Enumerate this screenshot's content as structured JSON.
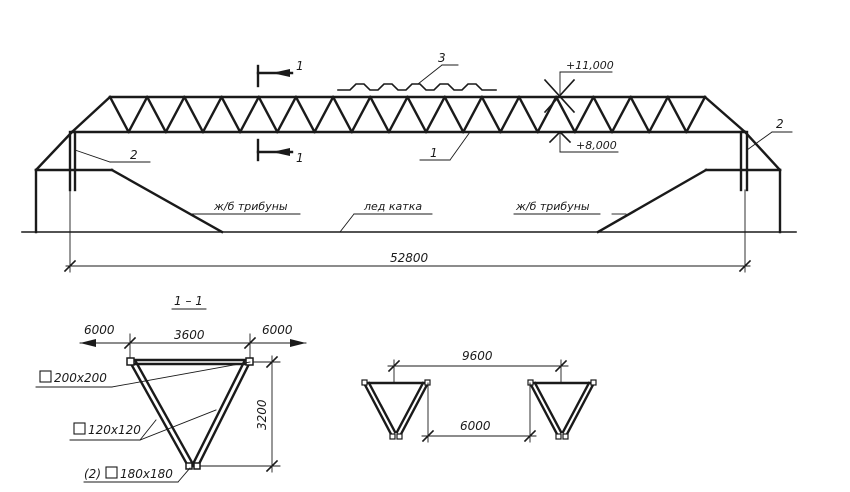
{
  "labels": {
    "section_mark_top": "1",
    "section_mark_bottom": "1",
    "callout_3": "3",
    "callout_1": "1",
    "callout_2_left": "2",
    "callout_2_right": "2",
    "elev_top": "+11,000",
    "elev_bottom": "+8,000",
    "stands_left": "ж/б трибуны",
    "rink_ice": "лед катка",
    "stands_right": "ж/б трибуны",
    "span_overall": "52800",
    "section_title": "1 – 1",
    "dim_6000_left": "6000",
    "dim_3600": "3600",
    "dim_6000_right": "6000",
    "dim_3200": "3200",
    "profile_top": "200x200",
    "profile_web": "120x120",
    "profile_bottom": "180x180",
    "profile_bottom_prefix": "(2)",
    "dim_9600": "9600",
    "dim_6000_spacing": "6000"
  }
}
